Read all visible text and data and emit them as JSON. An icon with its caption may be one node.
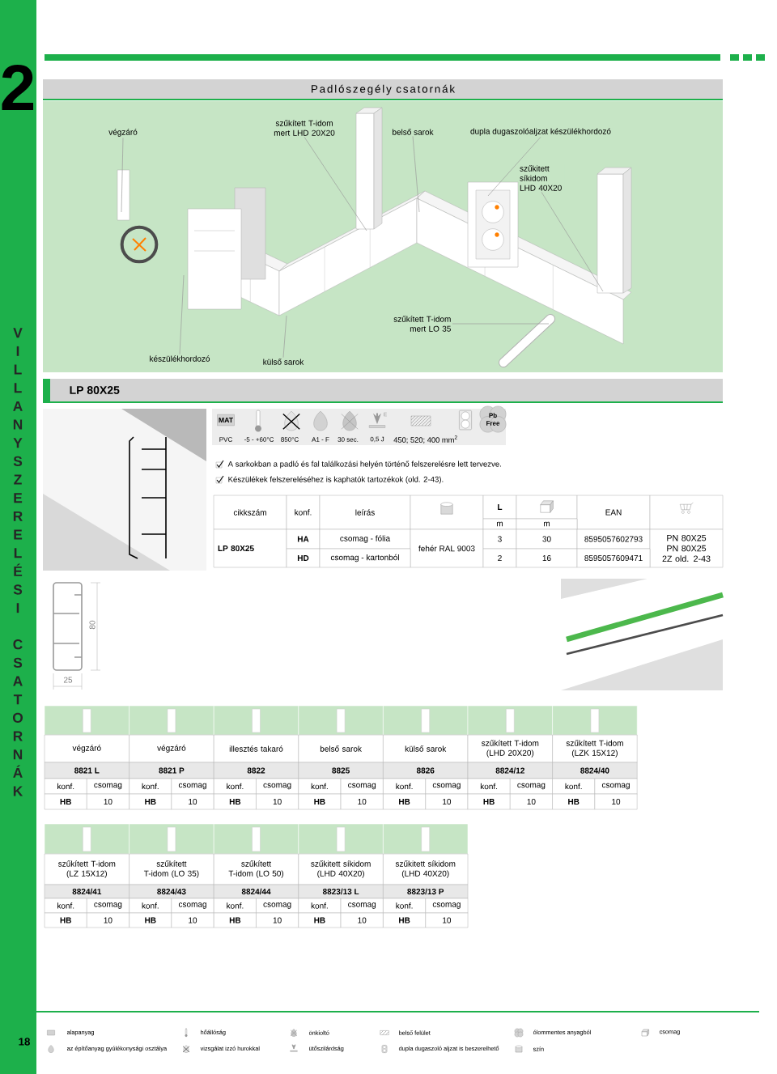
{
  "diagram": {
    "title": "Padlószegély csatornák",
    "nodes": [
      {
        "text": [
          "végzáró"
        ]
      },
      {
        "text": [
          "szűkített T-idom mert LHD 20X20"
        ]
      },
      {
        "text": [
          "belső sarok"
        ]
      },
      {
        "text": [
          "dupla dugaszolóaljzat készülékhordozó"
        ]
      },
      {
        "text": [
          "szűkitett síkidom LHD 40X20"
        ]
      },
      {
        "text": [
          "szűkített T-idom mert LO 35"
        ]
      },
      {
        "text": [
          "készülékhordozó"
        ]
      },
      {
        "text": [
          "külső sarok"
        ]
      }
    ],
    "edges": [
      {
        "from": 0,
        "to": null,
        "arrow": "none"
      },
      {
        "from": 1,
        "to": null,
        "arrow": "none"
      },
      {
        "from": 2,
        "to": null,
        "arrow": "none"
      },
      {
        "from": 3,
        "to": null,
        "arrow": "none"
      },
      {
        "from": 4,
        "to": null,
        "arrow": "none"
      },
      {
        "from": 5,
        "to": null,
        "arrow": "none"
      },
      {
        "from": 6,
        "to": null,
        "arrow": "none"
      },
      {
        "from": 7,
        "to": null,
        "arrow": "none"
      }
    ],
    "labels": [
      "2",
      "VILLANYSZERELÉSI",
      "CSATORNÁK",
      "LP 80X25",
      "MAT",
      "E",
      "Pb Free",
      "PVC",
      "-5 - +60°C",
      "850°C",
      "A1 - F",
      "30 sec.",
      "0,5 J",
      "450; 520; 400 mm$^{2}$",
      "A sarkokban a padló és fal találkozási helyén történő felszerelésre lett tervezve.",
      "Készülékek felszereléséhez is kaphatók tartozékok (old. 2-43).",
      "cikkszám",
      "konf.",
      "leírás",
      "L",
      "EAN",
      "m",
      "m",
      "LP 80X25",
      "HA",
      "csomag - fólia",
      "fehér RAL 9003",
      "3",
      "30",
      "8595057602793",
      "PN 80X25 PN 80X25 2Z old. 2-43",
      "HD",
      "csomag - kartonból",
      "2",
      "16",
      "8595057609471",
      "80",
      "25",
      "végzáró",
      "végzáró",
      "illesztés takaró",
      "belső sarok",
      "külső sarok",
      "szűkített T-idom (LHD 20X20)",
      "szűkített T-idom (LZK 15X12)",
      "8821 L",
      "8821 P",
      "8822",
      "8825",
      "8826",
      "8824/12",
      "8824/40",
      "konf.",
      "csomag",
      "konf.",
      "csomag",
      "konf.",
      "csomag",
      "konf.",
      "csomag",
      "konf.",
      "csomag",
      "konf.",
      "csomag",
      "konf.",
      "csomag",
      "HB",
      "10",
      "HB",
      "10",
      "HB",
      "10",
      "HB",
      "10",
      "HB",
      "10",
      "HB",
      "10",
      "HB",
      "10",
      "szűkített T-idom (LZ 15X12)",
      "szűkített T-idom (LO 35)",
      "szűkített T-idom (LO 50)",
      "szűkitett síkidom (LHD 40X20)",
      "szűkitett síkidom (LHD 40X20)",
      "8824/41",
      "8824/43",
      "8824/44",
      "8823/13 L",
      "8823/13 P",
      "konf.",
      "csomag",
      "konf.",
      "csomag",
      "konf.",
      "csomag",
      "konf.",
      "csomag",
      "konf.",
      "csomag",
      "HB",
      "10",
      "HB",
      "10",
      "HB",
      "10",
      "HB",
      "10",
      "HB",
      "10",
      "18"
    ],
    "legend": [
      {
        "text": "alapanyag"
      },
      {
        "text": "hőállóság"
      },
      {
        "text": "önkioltó"
      },
      {
        "text": "belső felület"
      },
      {
        "text": "ólommentes anyagból"
      },
      {
        "text": "csomag"
      },
      {
        "text": "az építőanyag gyúlékonysági osztálya"
      },
      {
        "text": "vizsgálat izzó hurokkal"
      },
      {
        "text": "ütőszilárdság"
      },
      {
        "text": "dupla dugaszoló aljzat is beszerelhető"
      },
      {
        "text": "szín"
      }
    ]
  }
}
